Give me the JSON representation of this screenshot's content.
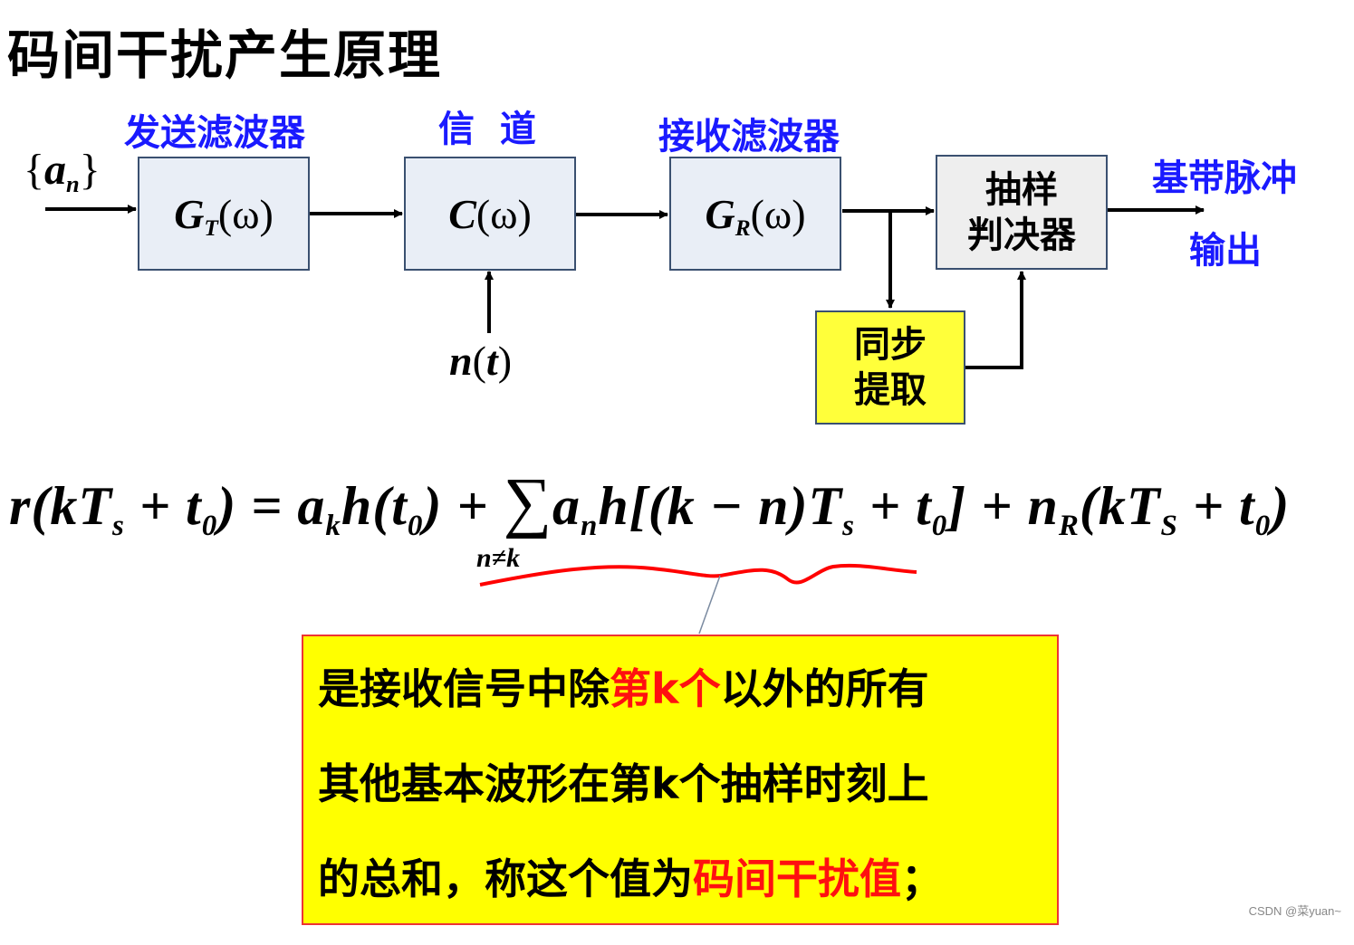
{
  "title": "码间干扰产生原理",
  "labels": {
    "tx_filter": "发送滤波器",
    "channel": "信  道",
    "rx_filter": "接收滤波器",
    "output_line1": "基带脉冲",
    "output_line2": "输出"
  },
  "blocks": {
    "tx": {
      "sym": "G",
      "sub": "T",
      "arg": "(ω)"
    },
    "channel": {
      "sym": "C",
      "arg": "(ω)"
    },
    "rx": {
      "sym": "G",
      "sub": "R",
      "arg": "(ω)"
    },
    "sampler_line1": "抽样",
    "sampler_line2": "判决器",
    "sync_line1": "同步",
    "sync_line2": "提取"
  },
  "input_symbol": {
    "sym": "a",
    "sub": "n"
  },
  "noise": {
    "sym": "n",
    "arg": "t"
  },
  "formula": {
    "lhs": "r(kT",
    "lhs_sub": "s",
    "lhs_rest": " + t",
    "lhs_sub0": "0",
    "eq1": ") = a",
    "ak_sub": "k",
    "h_t0": "h(t",
    "h_sub0": "0",
    "plus": ") + ",
    "sum": "∑",
    "an": "a",
    "an_sub": "n",
    "h_bracket": "h[(k − n)T",
    "hb_sub": "s",
    "hb_rest": " + t",
    "hb_sub0": "0",
    "hb_close": "] + n",
    "nr_sub": "R",
    "nr_arg": "(kT",
    "nr_sub_s": "S",
    "nr_rest": " + t",
    "nr_sub0": "0",
    "nr_close": ")",
    "sum_index": "n≠k"
  },
  "note": {
    "line1_a": "是接收信号中除",
    "line1_red": "第k个",
    "line1_b": "以外的所有",
    "line2": "其他基本波形在第k个抽样时刻上",
    "line3_a": "的总和，称这个值为",
    "line3_red": "码间干扰值",
    "line3_b": "；"
  },
  "watermark": "CSDN @菜yuan~",
  "colors": {
    "label_blue": "#1a1aff",
    "highlight_red": "#ff1010",
    "note_bg": "#ffff00",
    "sync_bg": "#ffff3a",
    "block_bg": "#e9eef6"
  }
}
